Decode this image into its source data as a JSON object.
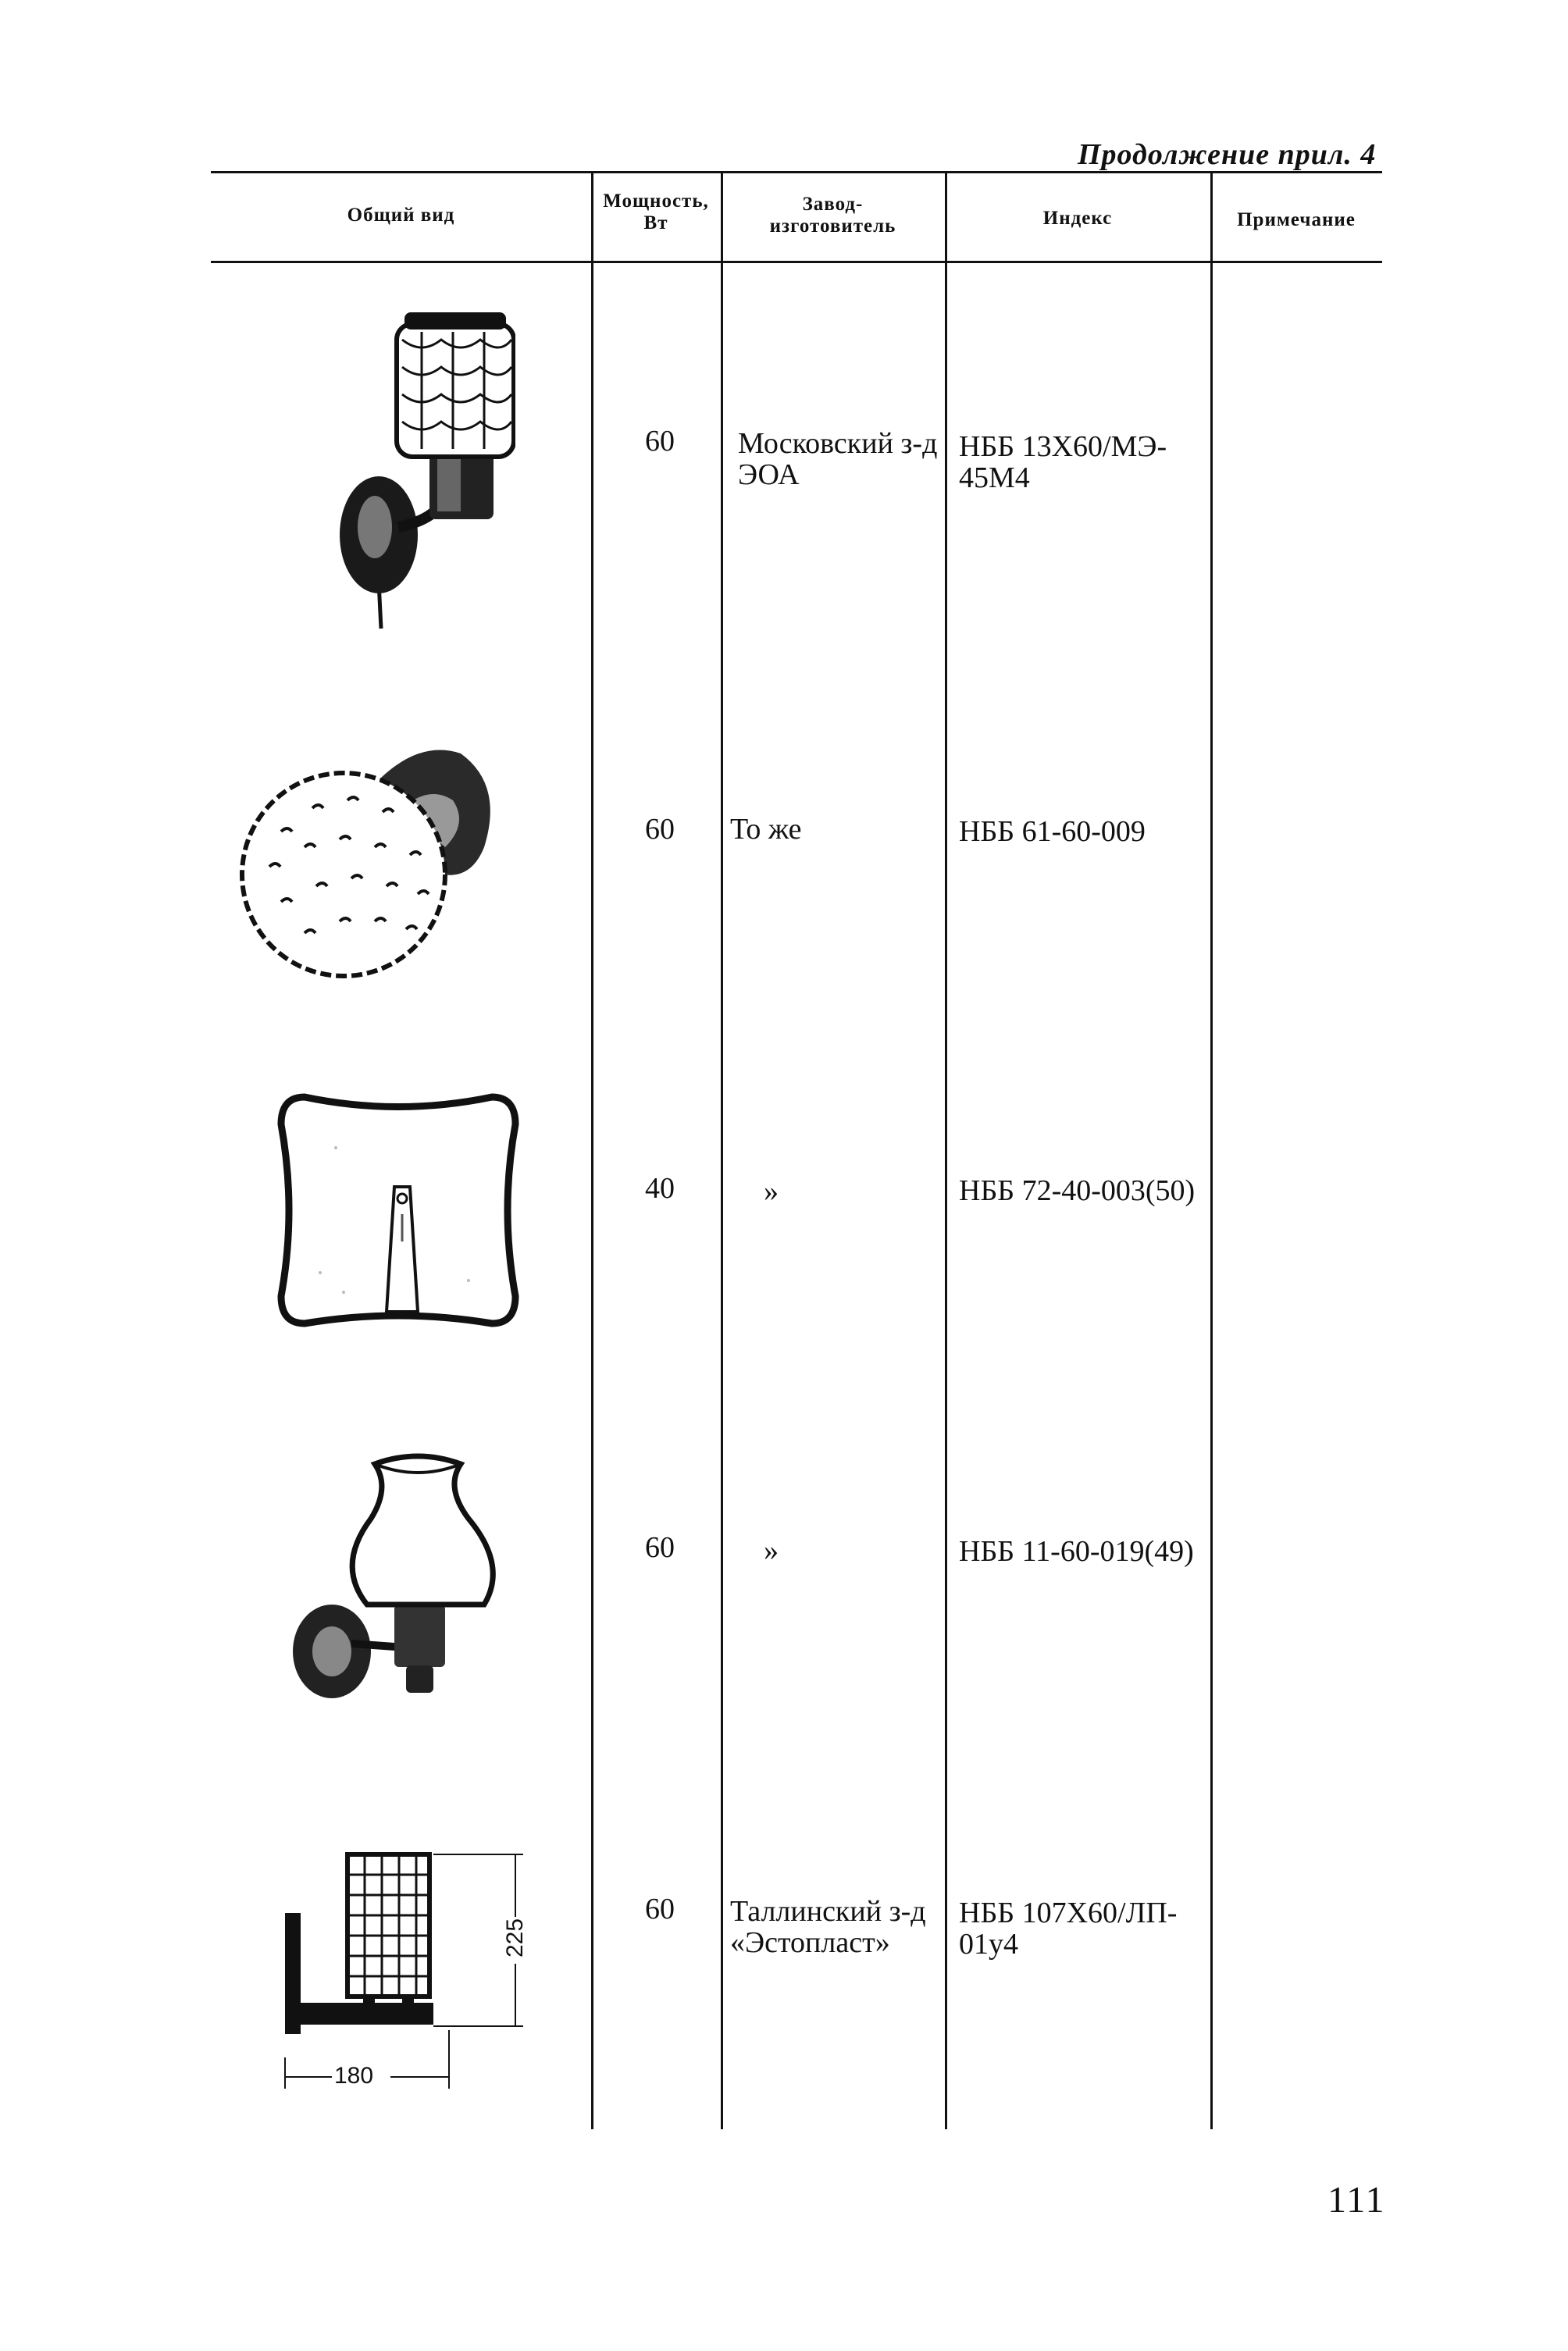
{
  "continuation": "Продолжение прил. 4",
  "header": {
    "view": "Общий вид",
    "power": [
      "Мощность,",
      "Вт"
    ],
    "maker": [
      "Завод-",
      "изготовитель"
    ],
    "index": "Индекс",
    "note": "Примечание"
  },
  "rows": [
    {
      "icon": "crystal-cylinder-sconce-icon",
      "power": "60",
      "maker": [
        "Московский з-д",
        "ЭОА"
      ],
      "index": [
        "НББ 13X60/МЭ-",
        "45М4"
      ],
      "note": ""
    },
    {
      "icon": "dotted-dome-sconce-icon",
      "power": "60",
      "maker": [
        "То же"
      ],
      "index": [
        "НББ 61-60-009"
      ],
      "note": ""
    },
    {
      "icon": "square-panel-sconce-icon",
      "power": "40",
      "maker": [
        "»"
      ],
      "index": [
        "НББ 72-40-003(50)"
      ],
      "note": ""
    },
    {
      "icon": "vase-shade-sconce-icon",
      "power": "60",
      "maker": [
        "»"
      ],
      "index": [
        "НББ 11-60-019(49)"
      ],
      "note": ""
    },
    {
      "icon": "grid-box-sconce-icon",
      "power": "60",
      "maker": [
        "Таллинский з-д",
        "«Эстопласт»"
      ],
      "index": [
        "НББ 107X60/ЛП-",
        "01у4"
      ],
      "note": ""
    }
  ],
  "dimensions": {
    "width": "180",
    "height": "225"
  },
  "page_number": "111"
}
